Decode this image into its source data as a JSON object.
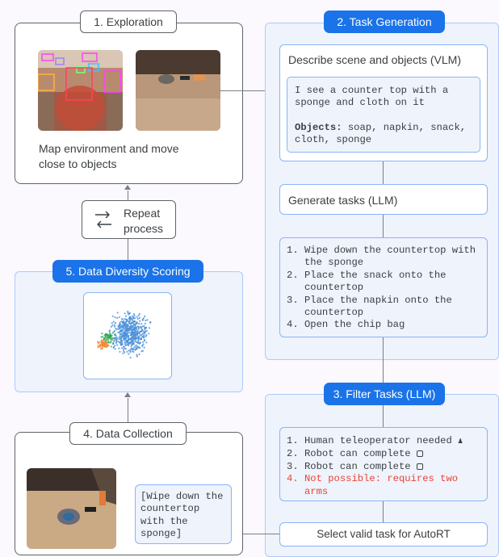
{
  "exploration": {
    "title": "1. Exploration",
    "caption_line1": "Map environment and move",
    "caption_line2": "close to objects"
  },
  "task_generation": {
    "title": "2. Task Generation",
    "describe_label": "Describe scene and objects (VLM)",
    "vlm_line1": "I see a counter top with a",
    "vlm_line2": "sponge and cloth on it",
    "objects_label": "Objects:",
    "objects_line1": " soap, napkin, snack,",
    "objects_line2": "cloth, sponge",
    "generate_label": "Generate tasks (LLM)",
    "tasks": [
      [
        "1. Wipe down the countertop with",
        "   the sponge"
      ],
      [
        "2. Place the snack onto the",
        "   countertop"
      ],
      [
        "3. Place the napkin onto the",
        "   countertop"
      ],
      [
        "4. Open the chip bag"
      ]
    ]
  },
  "filter": {
    "title": "3. Filter Tasks (LLM)",
    "items": [
      {
        "text": "1. Human teleoperator needed",
        "icon": "person-icon",
        "color": "#3c4043"
      },
      {
        "text": "2. Robot can complete",
        "icon": "robot-icon",
        "color": "#3c4043"
      },
      {
        "text": "3. Robot can complete",
        "icon": "robot-icon",
        "color": "#3c4043"
      },
      {
        "text": "4. Not possible: requires two",
        "text2": "   arms",
        "color": "#ea4335"
      }
    ],
    "select_label": "Select valid task for AutoRT"
  },
  "collection": {
    "title": "4. Data Collection",
    "command_line1": "[Wipe down the",
    "command_line2": "countertop",
    "command_line3": "with the",
    "command_line4": "sponge]"
  },
  "scoring": {
    "title": "5. Data Diversity Scoring"
  },
  "repeat": {
    "line1": "Repeat",
    "line2": "process"
  },
  "colors": {
    "accent": "#1a73e8",
    "panel_fill": "#eef3fc",
    "warning": "#ea4335",
    "scatter_main": "#4a90d9",
    "scatter_orange": "#f28b3c",
    "scatter_green": "#34a853"
  }
}
